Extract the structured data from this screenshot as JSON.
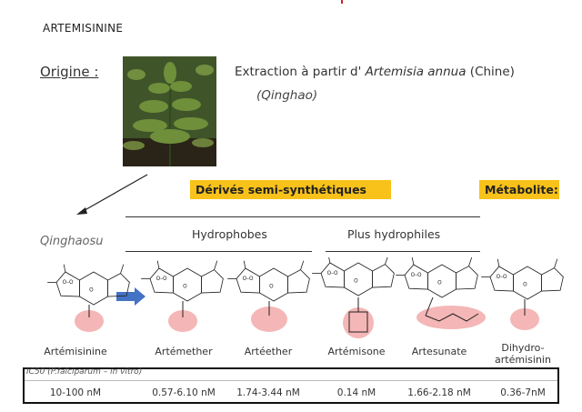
{
  "slide": {
    "title": "ARTEMISININE",
    "origine_label": "Origine :",
    "extraction_prefix": "Extraction à partir d'",
    "extraction_species": "Artemisia annua",
    "extraction_suffix": "(Chine)",
    "qinghao": "(Qinghao)"
  },
  "banners": {
    "derives": "Dérivés semi-synthétiques",
    "metabolite": "Métabolite:"
  },
  "groups": {
    "hydrophobes": "Hydrophobes",
    "hydrophiles": "Plus hydrophiles"
  },
  "qinghaosu": "Qinghaosu",
  "molecules": [
    {
      "name": "Artémisinine",
      "ic50": "10-100 nM"
    },
    {
      "name": "Artémether",
      "ic50": "0.57-6.10 nM"
    },
    {
      "name": "Artéether",
      "ic50": "1.74-3.44 nM"
    },
    {
      "name": "Artémisone",
      "ic50": "0.14 nM"
    },
    {
      "name": "Artesunate",
      "ic50": "1.66-2.18 nM"
    },
    {
      "name": "Dihydro-artémisinin",
      "ic50": "0.36-7nM"
    }
  ],
  "ic50": {
    "label": "IC50 (P.falciparum – in vitro)"
  },
  "colors": {
    "banner": "#f8c21a",
    "highlight": "#f4b6b6",
    "arrow": "#4472c4"
  }
}
